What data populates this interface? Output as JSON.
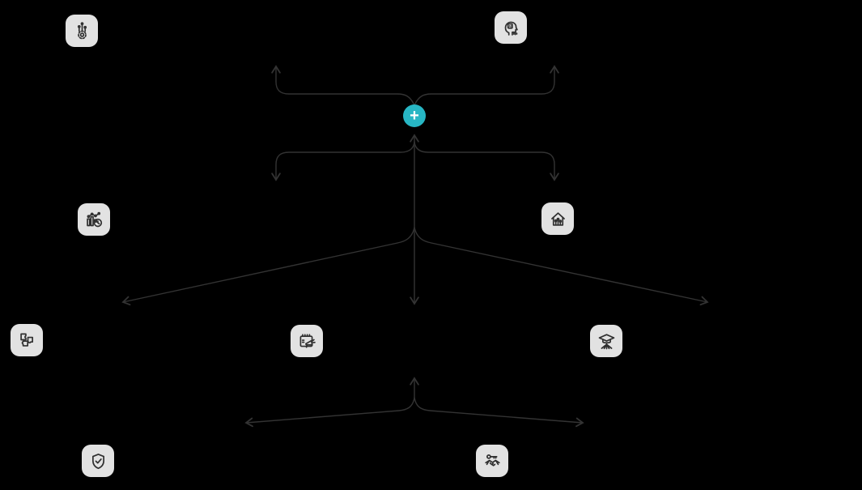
{
  "colors": {
    "background": "#000000",
    "edge": "#333333",
    "tile_background": "#e2e2e2",
    "icon_stroke": "#2f2f2f",
    "accent_teal": "#27b6c4",
    "plus_text": "#ffffff"
  },
  "add_button": {
    "label": "+"
  },
  "nodes": [
    {
      "icon": "gear-circuit-icon",
      "position": "top-left"
    },
    {
      "icon": "ai-head-speech-icon",
      "position": "top-right"
    },
    {
      "icon": "bar-chart-clock-icon",
      "position": "middle-left"
    },
    {
      "icon": "smart-home-icon",
      "position": "middle-right"
    },
    {
      "icon": "puzzle-pieces-icon",
      "position": "lower-far-left"
    },
    {
      "icon": "calendar-megaphone-icon",
      "position": "lower-center"
    },
    {
      "icon": "graduation-cap-network-icon",
      "position": "lower-right"
    },
    {
      "icon": "shield-check-icon",
      "position": "bottom-left"
    },
    {
      "icon": "handshake-key-icon",
      "position": "bottom-center"
    }
  ]
}
